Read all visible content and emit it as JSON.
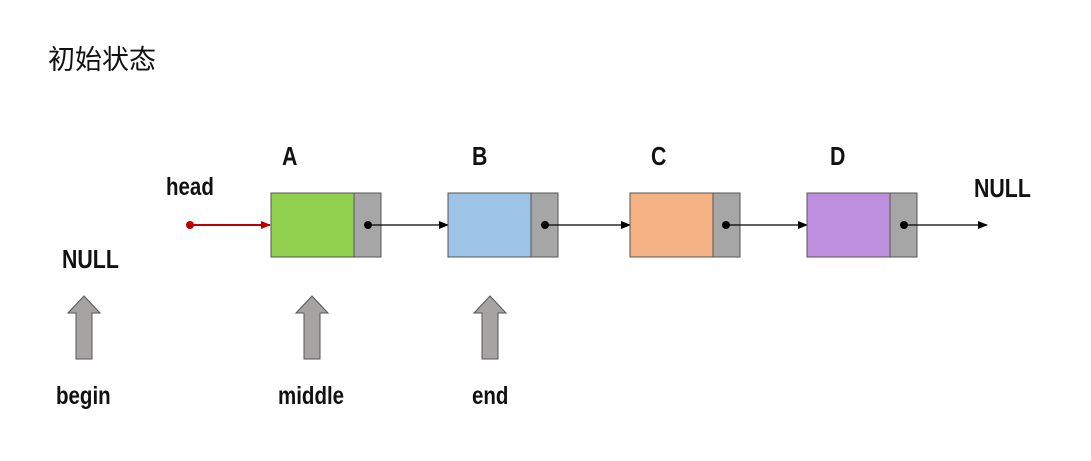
{
  "title": "初始状态",
  "head_label": "head",
  "null_start": "NULL",
  "null_end": "NULL",
  "nodes": [
    {
      "name": "A",
      "color": "#92d050"
    },
    {
      "name": "B",
      "color": "#9dc3e6"
    },
    {
      "name": "C",
      "color": "#f4b183"
    },
    {
      "name": "D",
      "color": "#bf8fdf"
    }
  ],
  "pointer_part_color": "#a6a6a6",
  "head_arrow_color": "#c00000",
  "up_arrow_color": "#a6a3a3",
  "pointers": [
    {
      "label": "begin"
    },
    {
      "label": "middle"
    },
    {
      "label": "end"
    }
  ]
}
